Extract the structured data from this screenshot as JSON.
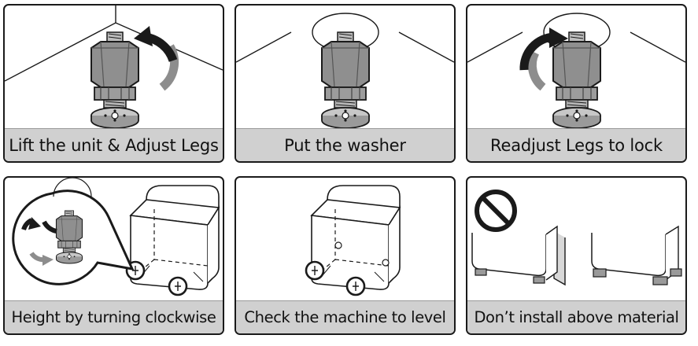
{
  "steps": [
    {
      "caption": "Lift the unit & Adjust Legs"
    },
    {
      "caption": "Put the washer"
    },
    {
      "caption": "Readjust Legs to lock"
    },
    {
      "caption": "Height by turning clockwise"
    },
    {
      "caption": "Check the machine to level"
    },
    {
      "caption": "Don’t install above material"
    }
  ]
}
